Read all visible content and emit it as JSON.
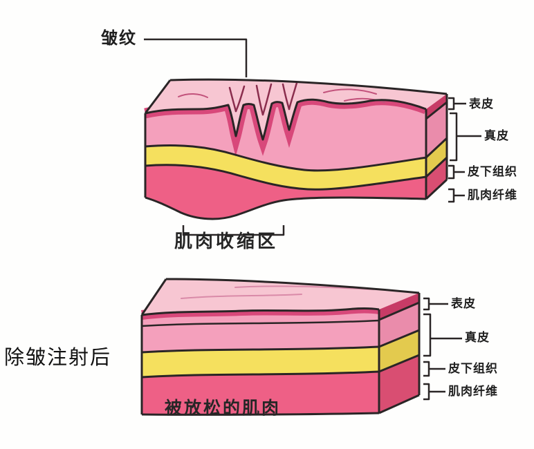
{
  "figure": {
    "top_diagram": {
      "callout": "皱纹",
      "caption": "肌肉收缩区",
      "layer_labels": [
        "表皮",
        "真皮",
        "皮下组织",
        "肌肉纤维"
      ]
    },
    "bottom_diagram": {
      "side_label": "除皱注射后",
      "caption": "被放松的肌肉",
      "layer_labels": [
        "表皮",
        "真皮",
        "皮下组织",
        "肌肉纤维"
      ]
    }
  },
  "colors": {
    "top_face": "#f7c6d2",
    "epidermis": "#d8487a",
    "dermis": "#f4a0bc",
    "subcutaneous": "#f5e05e",
    "muscle": "#ee6086",
    "side_epidermis": "#c73b66",
    "side_dermis": "#ea8cab",
    "side_subcutaneous": "#e3ca4e",
    "side_muscle": "#d94e72",
    "groove_line": "#8a2d4d",
    "wrinkle_line": "#c2527b",
    "outline": "#2a2526"
  }
}
